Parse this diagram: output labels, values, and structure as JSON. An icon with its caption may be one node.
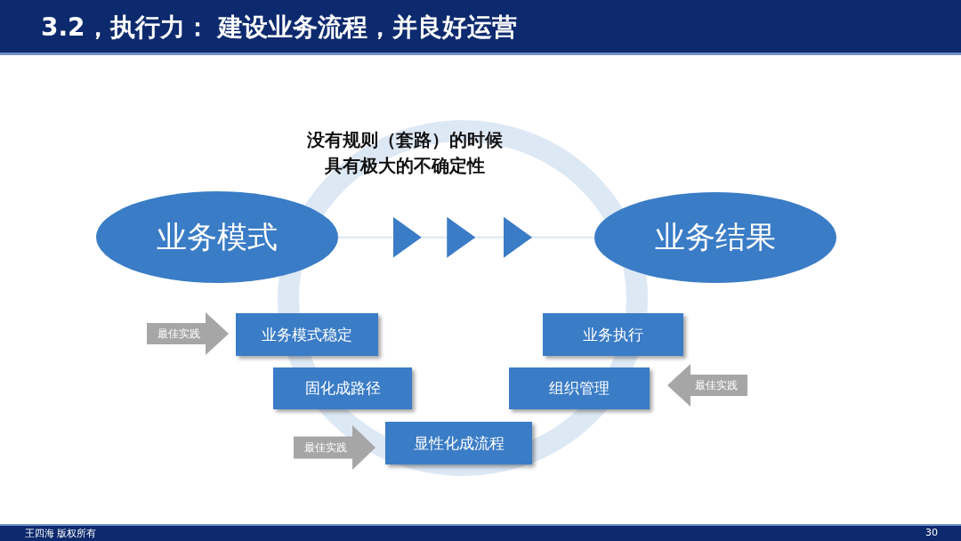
{
  "diagram": {
    "title": "3.2，执行力： 建设业务流程，并良好运营",
    "nodes": [
      {
        "text": [
          "业务模式"
        ]
      },
      {
        "text": [
          "业务结果"
        ]
      },
      {
        "text": [
          "最佳实践"
        ]
      },
      {
        "text": [
          "业务模式稳定"
        ]
      },
      {
        "text": [
          "固化成路径"
        ]
      },
      {
        "text": [
          "最佳实践"
        ]
      },
      {
        "text": [
          "显性化成流程"
        ]
      },
      {
        "text": [
          "业务执行"
        ]
      },
      {
        "text": [
          "组织管理"
        ]
      },
      {
        "text": [
          "最佳实践"
        ]
      }
    ],
    "edges": [
      {
        "from": 0,
        "to": 1,
        "arrow": "to"
      }
    ],
    "labels": [
      "没有规则（套路）的时候具有极大的不确定性",
      "王四海 版权所有",
      "30"
    ]
  }
}
